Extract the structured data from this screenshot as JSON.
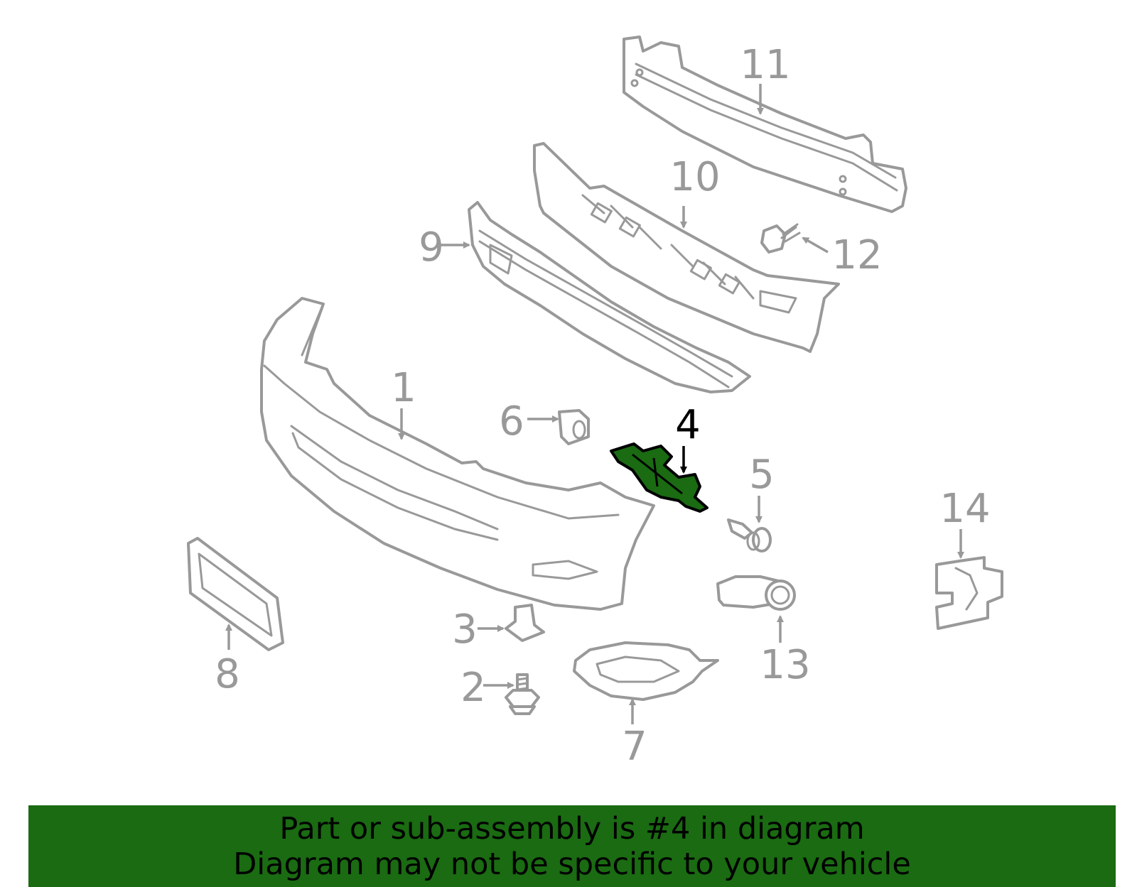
{
  "diagram": {
    "highlight_color": "#1a6b12",
    "line_color": "#999999",
    "highlighted_part": "4",
    "callouts": [
      {
        "id": "1",
        "label": "1"
      },
      {
        "id": "2",
        "label": "2"
      },
      {
        "id": "3",
        "label": "3"
      },
      {
        "id": "4",
        "label": "4"
      },
      {
        "id": "5",
        "label": "5"
      },
      {
        "id": "6",
        "label": "6"
      },
      {
        "id": "7",
        "label": "7"
      },
      {
        "id": "8",
        "label": "8"
      },
      {
        "id": "9",
        "label": "9"
      },
      {
        "id": "10",
        "label": "10"
      },
      {
        "id": "11",
        "label": "11"
      },
      {
        "id": "12",
        "label": "12"
      },
      {
        "id": "13",
        "label": "13"
      },
      {
        "id": "14",
        "label": "14"
      }
    ]
  },
  "banner": {
    "line1": "Part or sub-assembly is #4 in diagram",
    "line2": "Diagram may not be specific to your vehicle"
  }
}
